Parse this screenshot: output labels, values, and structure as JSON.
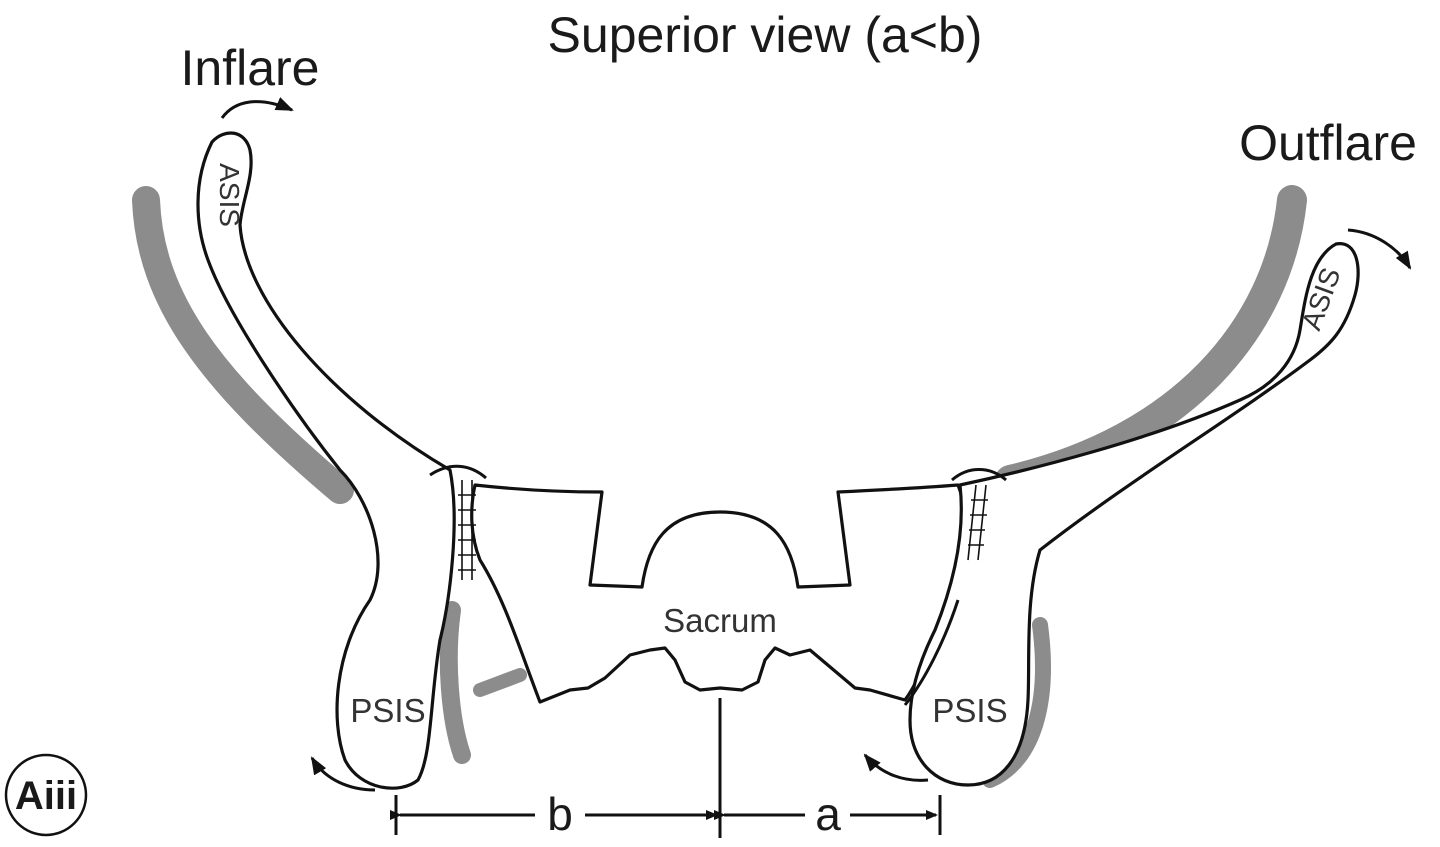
{
  "title": "Superior view (a<b)",
  "labels": {
    "inflare": "Inflare",
    "outflare": "Outflare",
    "sacrum": "Sacrum",
    "asis_left": "ASIS",
    "asis_right": "ASIS",
    "psis_left": "PSIS",
    "psis_right": "PSIS",
    "dim_b": "b",
    "dim_a": "a",
    "panel": "Aiii"
  },
  "colors": {
    "outline": "#111111",
    "shadow": "#8c8c8c",
    "background": "#ffffff"
  }
}
